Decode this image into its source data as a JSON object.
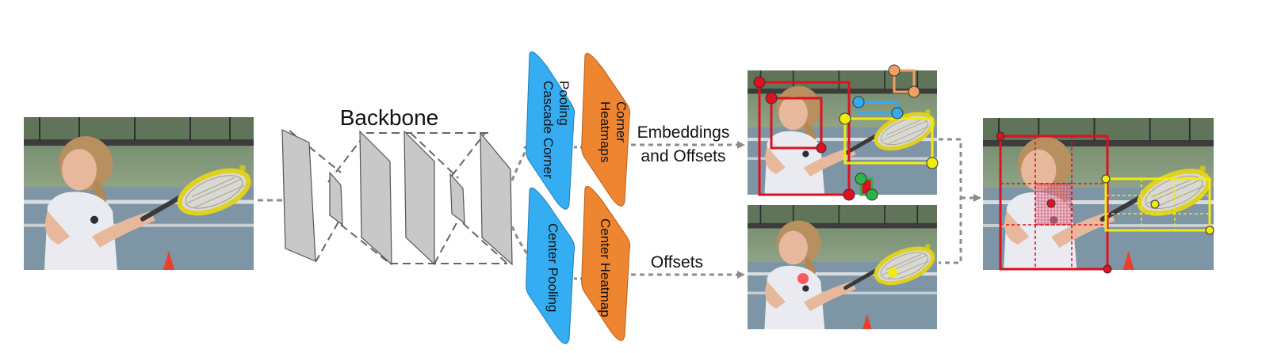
{
  "diagram": {
    "backbone_label": "Backbone",
    "modules": {
      "cascade_corner_pooling": {
        "line1": "Cascade Corner",
        "line2": "Pooling",
        "color": "#35adf2"
      },
      "corner_heatmaps": {
        "line1": "Corner",
        "line2": "Heatmaps",
        "color": "#ee8531"
      },
      "center_pooling": {
        "label": "Center Pooling",
        "color": "#35adf2"
      },
      "center_heatmap": {
        "label": "Center Heatmap",
        "color": "#ee8531"
      }
    },
    "outputs": {
      "embeddings_line1": "Embeddings",
      "embeddings_line2": "and Offsets",
      "offsets": "Offsets"
    },
    "colors": {
      "backbone_fill": "#c8c8c8",
      "arrow": "#8c8c8c",
      "box_red": "#e01020",
      "box_yellow": "#f2ea10",
      "dot_blue": "#39a9ef",
      "dot_orange": "#f0a060",
      "dot_green": "#2db34a"
    },
    "images": {
      "input": "tennis-girl-photo",
      "corner_result": "tennis-girl-corner-detections",
      "center_result": "tennis-girl-center-keypoints",
      "final_result": "tennis-girl-final-detections"
    }
  }
}
